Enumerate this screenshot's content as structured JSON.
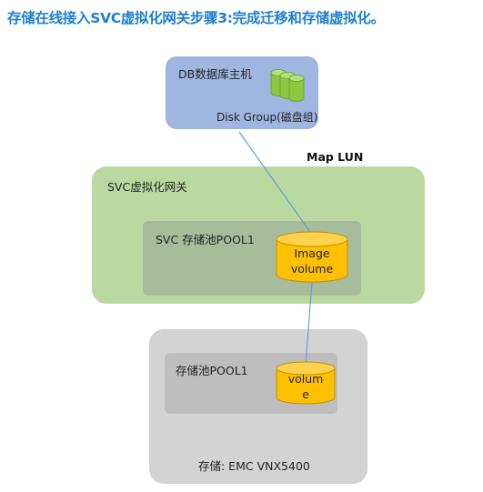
{
  "title": "存储在线接入SVC虚拟化网关步骤3:完成迁移和存储虚拟化。",
  "db_host": {
    "label": "DB数据库主机",
    "disk_group_label": "Disk Group(磁盘组)"
  },
  "map_lun_label": "Map LUN",
  "svc_gateway": {
    "label": "SVC虚拟化网关",
    "pool": {
      "label": "SVC 存储池POOL1",
      "volume_label": "Image\nvolume"
    }
  },
  "storage": {
    "pool": {
      "label": "存储池POOL1",
      "volume_label": "volum\ne"
    },
    "label": "存储: EMC VNX5400"
  },
  "colors": {
    "title": "#1f7fd0",
    "db_box": "#9fb6e0",
    "svc_box": "#b9d9a1",
    "svc_pool": "#a7bc9b",
    "storage_box": "#d3d3d3",
    "storage_pool": "#bebebe",
    "volume_fill": "#ffc000",
    "disk_fill": "#8dc63f",
    "connector": "#5b9bd5"
  }
}
